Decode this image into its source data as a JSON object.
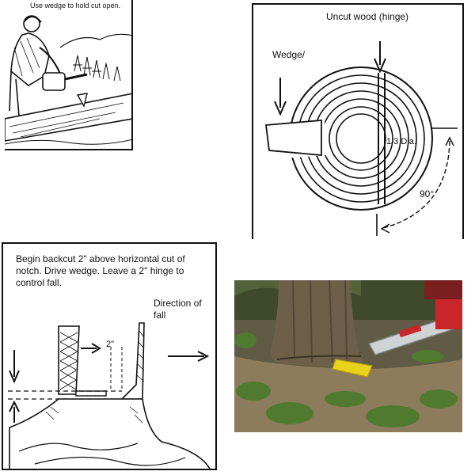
{
  "panel1": {
    "caption": "Use wedge to hold cut open."
  },
  "panel2": {
    "uncut_label": "Uncut wood (hinge)",
    "wedge_label": "Wedge/",
    "dia_label": "1/3 Dia.",
    "angle_label": "90°"
  },
  "panel3": {
    "instruction": "Begin backcut 2\" above horizontal cut of notch. Drive wedge. Leave a 2\" hinge to control fall.",
    "direction_label": "Direction of fall",
    "gap_label": "2\""
  },
  "colors": {
    "ink": "#111111",
    "wedge_yellow": "#e9d21a",
    "bar_silver": "#cfd3d4",
    "saw_red": "#c8262a"
  }
}
